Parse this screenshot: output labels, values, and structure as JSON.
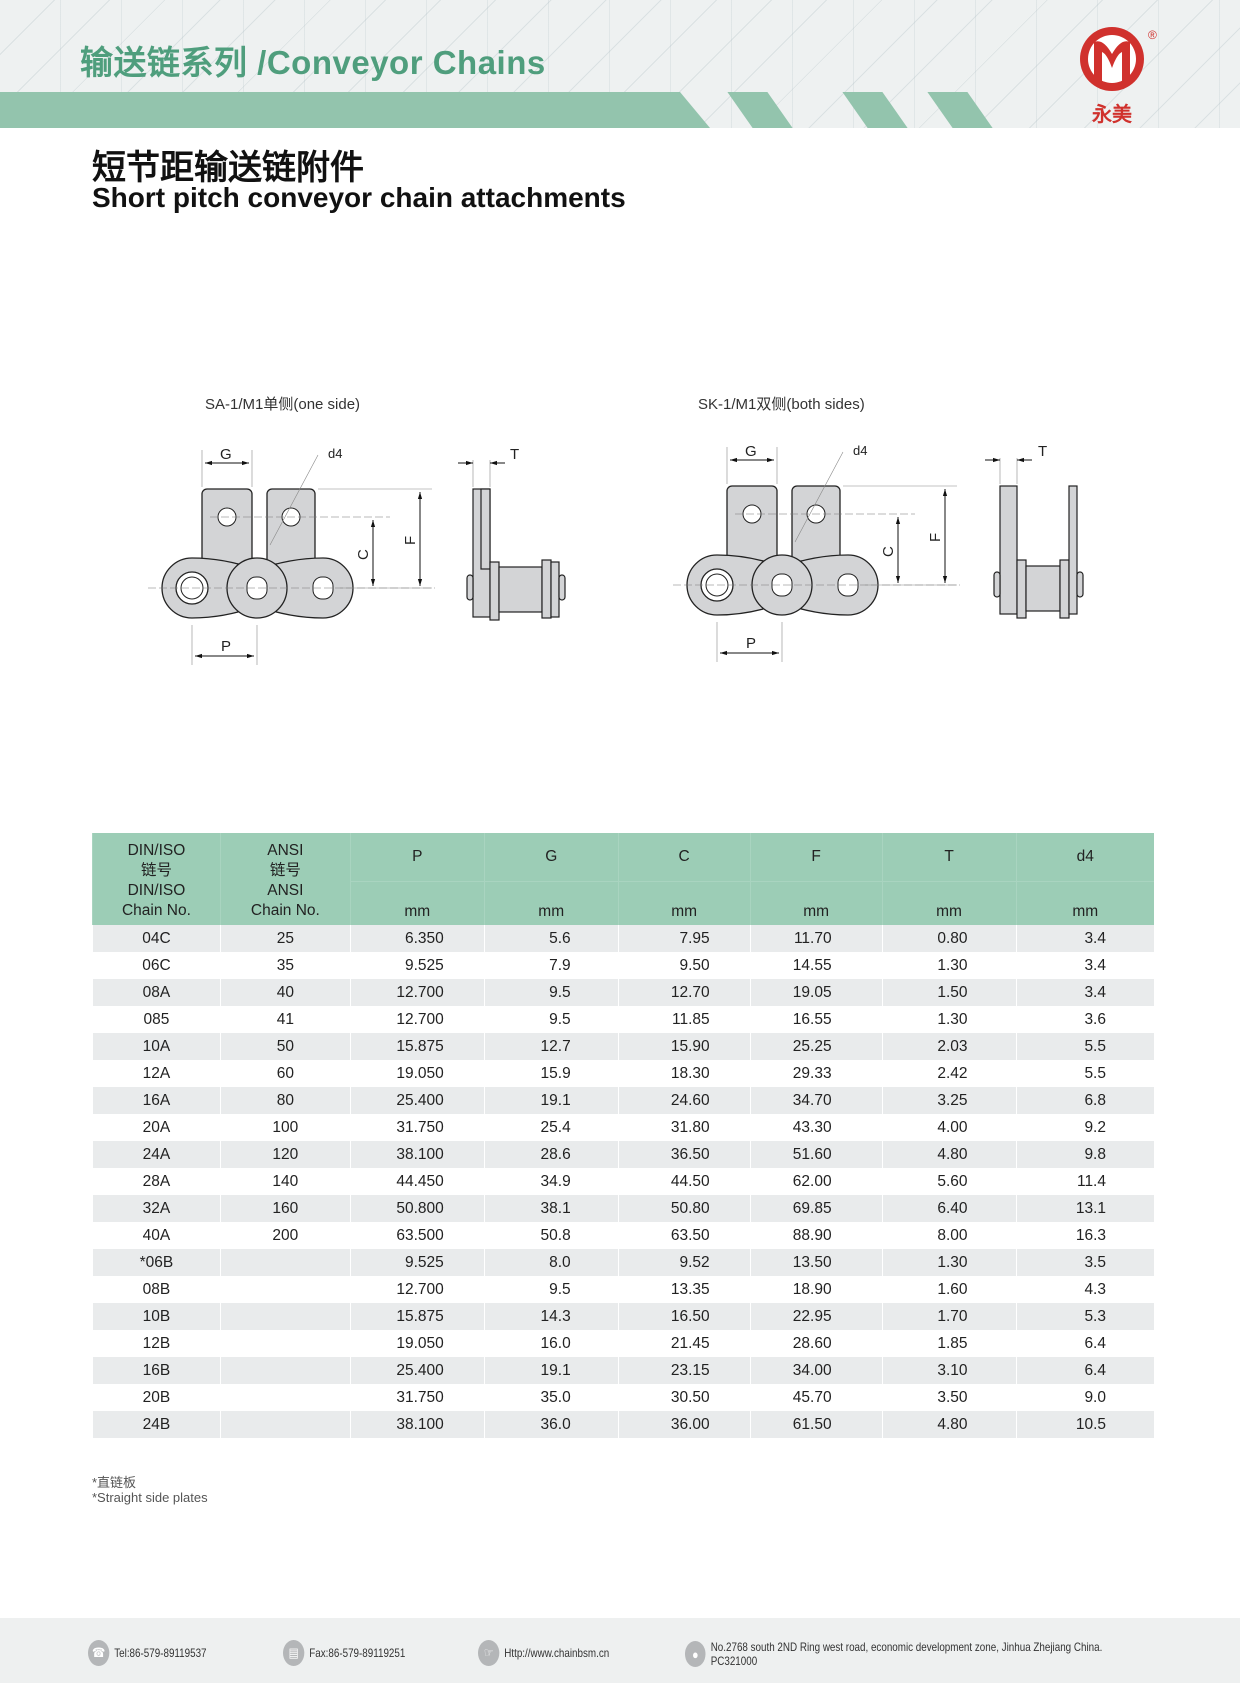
{
  "header": {
    "series_title": "输送链系列 /Conveyor Chains",
    "logo_text": "永美",
    "registered_mark": "®"
  },
  "title": {
    "cn": "短节距输送链附件",
    "en": "Short pitch conveyor chain attachments"
  },
  "diagrams": [
    {
      "caption": "SA-1/M1单侧(one side)",
      "labels": {
        "G": "G",
        "d4": "d4",
        "T": "T",
        "C": "C",
        "F": "F",
        "P": "P"
      }
    },
    {
      "caption": "SK-1/M1双侧(both sides)",
      "labels": {
        "G": "G",
        "d4": "d4",
        "T": "T",
        "C": "C",
        "F": "F",
        "P": "P"
      }
    }
  ],
  "table": {
    "headers": [
      {
        "lines": [
          "DIN/ISO",
          "链号",
          "DIN/ISO",
          "Chain No."
        ]
      },
      {
        "lines": [
          "ANSI",
          "链号",
          "ANSI",
          "Chain No."
        ]
      },
      {
        "label": "P",
        "unit": "mm"
      },
      {
        "label": "G",
        "unit": "mm"
      },
      {
        "label": "C",
        "unit": "mm"
      },
      {
        "label": "F",
        "unit": "mm"
      },
      {
        "label": "T",
        "unit": "mm"
      },
      {
        "label": "d4",
        "unit": "mm"
      }
    ],
    "rows": [
      [
        "04C",
        "25",
        "6.350",
        "5.6",
        "7.95",
        "11.70",
        "0.80",
        "3.4"
      ],
      [
        "06C",
        "35",
        "9.525",
        "7.9",
        "9.50",
        "14.55",
        "1.30",
        "3.4"
      ],
      [
        "08A",
        "40",
        "12.700",
        "9.5",
        "12.70",
        "19.05",
        "1.50",
        "3.4"
      ],
      [
        "085",
        "41",
        "12.700",
        "9.5",
        "11.85",
        "16.55",
        "1.30",
        "3.6"
      ],
      [
        "10A",
        "50",
        "15.875",
        "12.7",
        "15.90",
        "25.25",
        "2.03",
        "5.5"
      ],
      [
        "12A",
        "60",
        "19.050",
        "15.9",
        "18.30",
        "29.33",
        "2.42",
        "5.5"
      ],
      [
        "16A",
        "80",
        "25.400",
        "19.1",
        "24.60",
        "34.70",
        "3.25",
        "6.8"
      ],
      [
        "20A",
        "100",
        "31.750",
        "25.4",
        "31.80",
        "43.30",
        "4.00",
        "9.2"
      ],
      [
        "24A",
        "120",
        "38.100",
        "28.6",
        "36.50",
        "51.60",
        "4.80",
        "9.8"
      ],
      [
        "28A",
        "140",
        "44.450",
        "34.9",
        "44.50",
        "62.00",
        "5.60",
        "11.4"
      ],
      [
        "32A",
        "160",
        "50.800",
        "38.1",
        "50.80",
        "69.85",
        "6.40",
        "13.1"
      ],
      [
        "40A",
        "200",
        "63.500",
        "50.8",
        "63.50",
        "88.90",
        "8.00",
        "16.3"
      ],
      [
        "*06B",
        "",
        "9.525",
        "8.0",
        "9.52",
        "13.50",
        "1.30",
        "3.5"
      ],
      [
        "08B",
        "",
        "12.700",
        "9.5",
        "13.35",
        "18.90",
        "1.60",
        "4.3"
      ],
      [
        "10B",
        "",
        "15.875",
        "14.3",
        "16.50",
        "22.95",
        "1.70",
        "5.3"
      ],
      [
        "12B",
        "",
        "19.050",
        "16.0",
        "21.45",
        "28.60",
        "1.85",
        "6.4"
      ],
      [
        "16B",
        "",
        "25.400",
        "19.1",
        "23.15",
        "34.00",
        "3.10",
        "6.4"
      ],
      [
        "20B",
        "",
        "31.750",
        "35.0",
        "30.50",
        "45.70",
        "3.50",
        "9.0"
      ],
      [
        "24B",
        "",
        "38.100",
        "36.0",
        "36.00",
        "61.50",
        "4.80",
        "10.5"
      ]
    ]
  },
  "notes": {
    "cn": "*直链板",
    "en": "*Straight side plates"
  },
  "footer": {
    "tel": "Tel:86-579-89119537",
    "fax": "Fax:86-579-89119251",
    "web": "Http://www.chainbsm.cn",
    "address": "No.2768 south 2ND Ring west road, economic development zone, Jinhua Zhejiang China. PC321000"
  },
  "colors": {
    "accent": "#93c4ad",
    "title_green": "#4f9e7d",
    "logo_red": "#d0312d",
    "row_alt": "#e9ebec"
  }
}
